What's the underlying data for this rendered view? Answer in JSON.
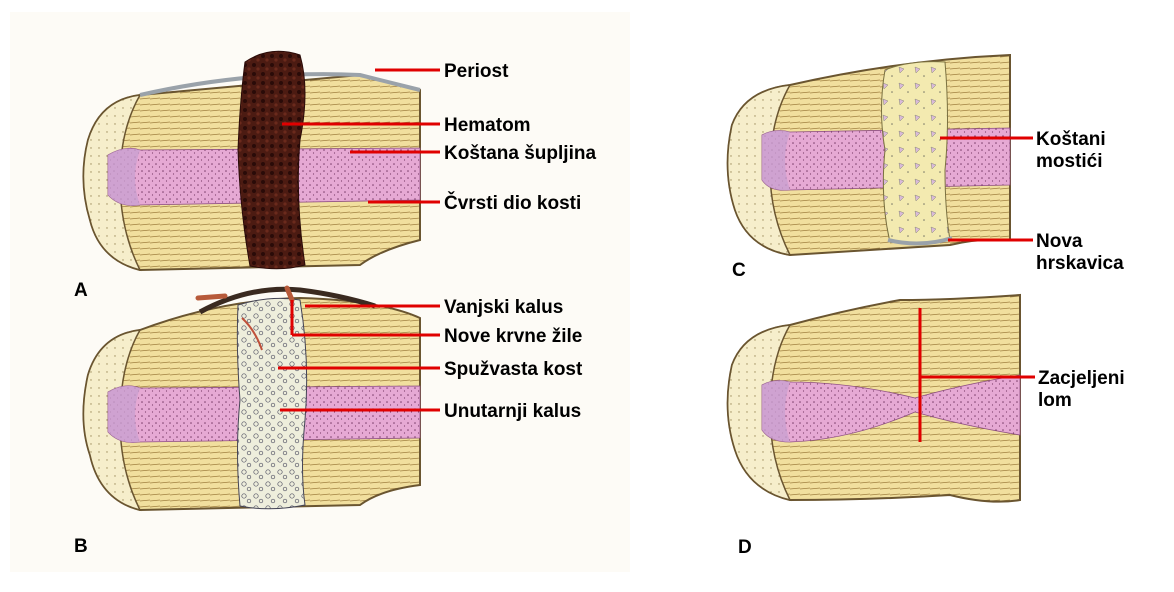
{
  "panels": [
    {
      "id": "A",
      "letter": "A",
      "labels": [
        "Periost",
        "Hematom",
        "Koštana šupljina",
        "Čvrsti dio kosti"
      ]
    },
    {
      "id": "B",
      "letter": "B",
      "labels": [
        "Vanjski kalus",
        "Nove krvne žile",
        "Spužvasta kost",
        "Unutarnji kalus"
      ]
    },
    {
      "id": "C",
      "letter": "C",
      "labels": [
        "Koštani",
        "mostići",
        "Nova",
        "hrskavica"
      ]
    },
    {
      "id": "D",
      "letter": "D",
      "labels": [
        "Zacjeljeni",
        "lom"
      ]
    }
  ],
  "colors": {
    "cortex": "#f0dd9a",
    "marrow": "#e7a6d2",
    "hematoma": "#4a1a14",
    "callus": "#e9e4c8",
    "leader": "#e00000",
    "background": "#fbf8f0"
  },
  "icons": [
    "bone-section-a",
    "bone-section-b",
    "bone-section-c",
    "bone-section-d"
  ]
}
